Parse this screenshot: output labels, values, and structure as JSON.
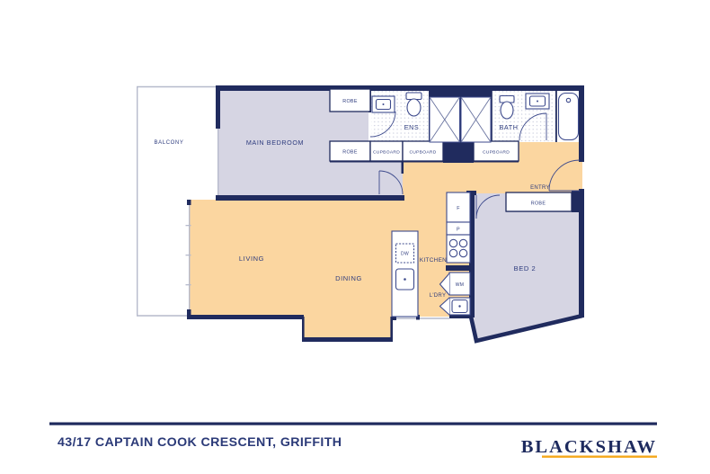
{
  "colors": {
    "wall_navy": "#202b5e",
    "label_navy": "#2e3c7e",
    "floor_peach": "#fbd6a0",
    "floor_lavender": "#d6d5e3",
    "tile_dot": "#c6c9db",
    "window_gray": "#b6bacc",
    "brand_navy": "#1d2a5e",
    "brand_gold": "#f5a81c"
  },
  "floor_plan": {
    "rooms": {
      "balcony": "BALCONY",
      "main_bedroom": "MAIN BEDROOM",
      "ensuite": "ENS",
      "bathroom": "BATH",
      "entry": "ENTRY",
      "bed2": "BED 2",
      "living": "LIVING",
      "dining": "DINING",
      "kitchen": "KITCHEN",
      "laundry": "L'DRY"
    },
    "storage": {
      "robe_main_top": "ROBE",
      "robe_main_lower": "ROBE",
      "cupboard_1": "CUPBOARD",
      "cupboard_2": "CUPBOARD",
      "cupboard_3": "CUPBOARD",
      "robe_bed2": "ROBE"
    },
    "fixtures": {
      "fridge": "F",
      "pantry": "P",
      "dishwasher": "DW",
      "washing_machine": "WM"
    }
  },
  "footer": {
    "address": "43/17 CAPTAIN COOK CRESCENT, GRIFFITH",
    "brand": "BLACKSHAW"
  }
}
